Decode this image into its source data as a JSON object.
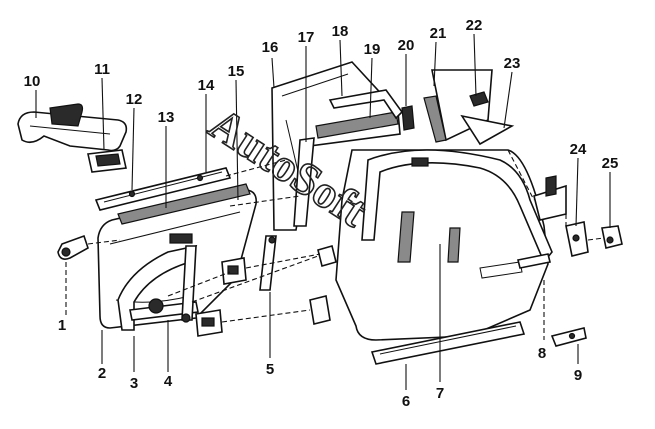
{
  "diagram": {
    "watermark": "AutoSoft",
    "callouts": [
      {
        "id": "c1",
        "label": "1"
      },
      {
        "id": "c2",
        "label": "2"
      },
      {
        "id": "c3",
        "label": "3"
      },
      {
        "id": "c4",
        "label": "4"
      },
      {
        "id": "c5",
        "label": "5"
      },
      {
        "id": "c6",
        "label": "6"
      },
      {
        "id": "c7",
        "label": "7"
      },
      {
        "id": "c8",
        "label": "8"
      },
      {
        "id": "c9",
        "label": "9"
      },
      {
        "id": "c10",
        "label": "10"
      },
      {
        "id": "c11",
        "label": "11"
      },
      {
        "id": "c12",
        "label": "12"
      },
      {
        "id": "c13",
        "label": "13"
      },
      {
        "id": "c14",
        "label": "14"
      },
      {
        "id": "c15",
        "label": "15"
      },
      {
        "id": "c16",
        "label": "16"
      },
      {
        "id": "c17",
        "label": "17"
      },
      {
        "id": "c18",
        "label": "18"
      },
      {
        "id": "c19",
        "label": "19"
      },
      {
        "id": "c20",
        "label": "20"
      },
      {
        "id": "c21",
        "label": "21"
      },
      {
        "id": "c22",
        "label": "22"
      },
      {
        "id": "c23",
        "label": "23"
      },
      {
        "id": "c24",
        "label": "24"
      },
      {
        "id": "c25",
        "label": "25"
      }
    ]
  }
}
